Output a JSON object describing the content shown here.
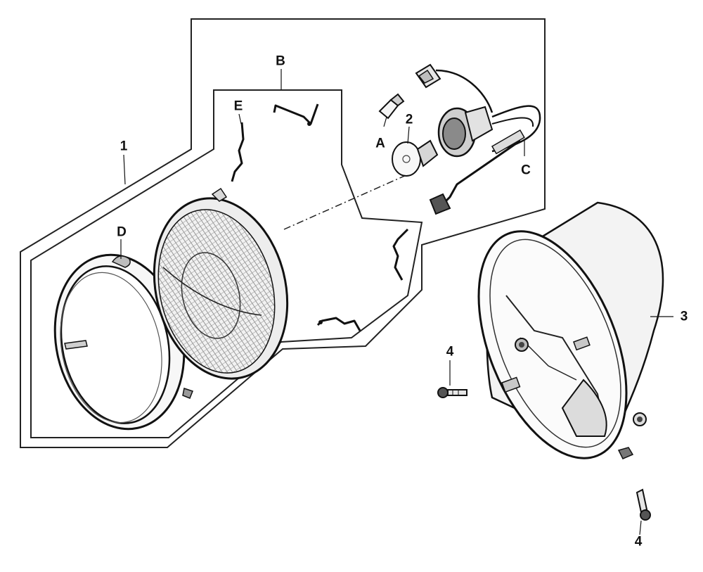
{
  "diagram": {
    "callouts": {
      "part_1": "1",
      "part_2": "2",
      "part_3": "3",
      "part_4_upper": "4",
      "part_4_lower": "4",
      "label_a": "A",
      "label_b": "B",
      "label_c": "C",
      "label_d": "D",
      "label_e": "E"
    }
  }
}
